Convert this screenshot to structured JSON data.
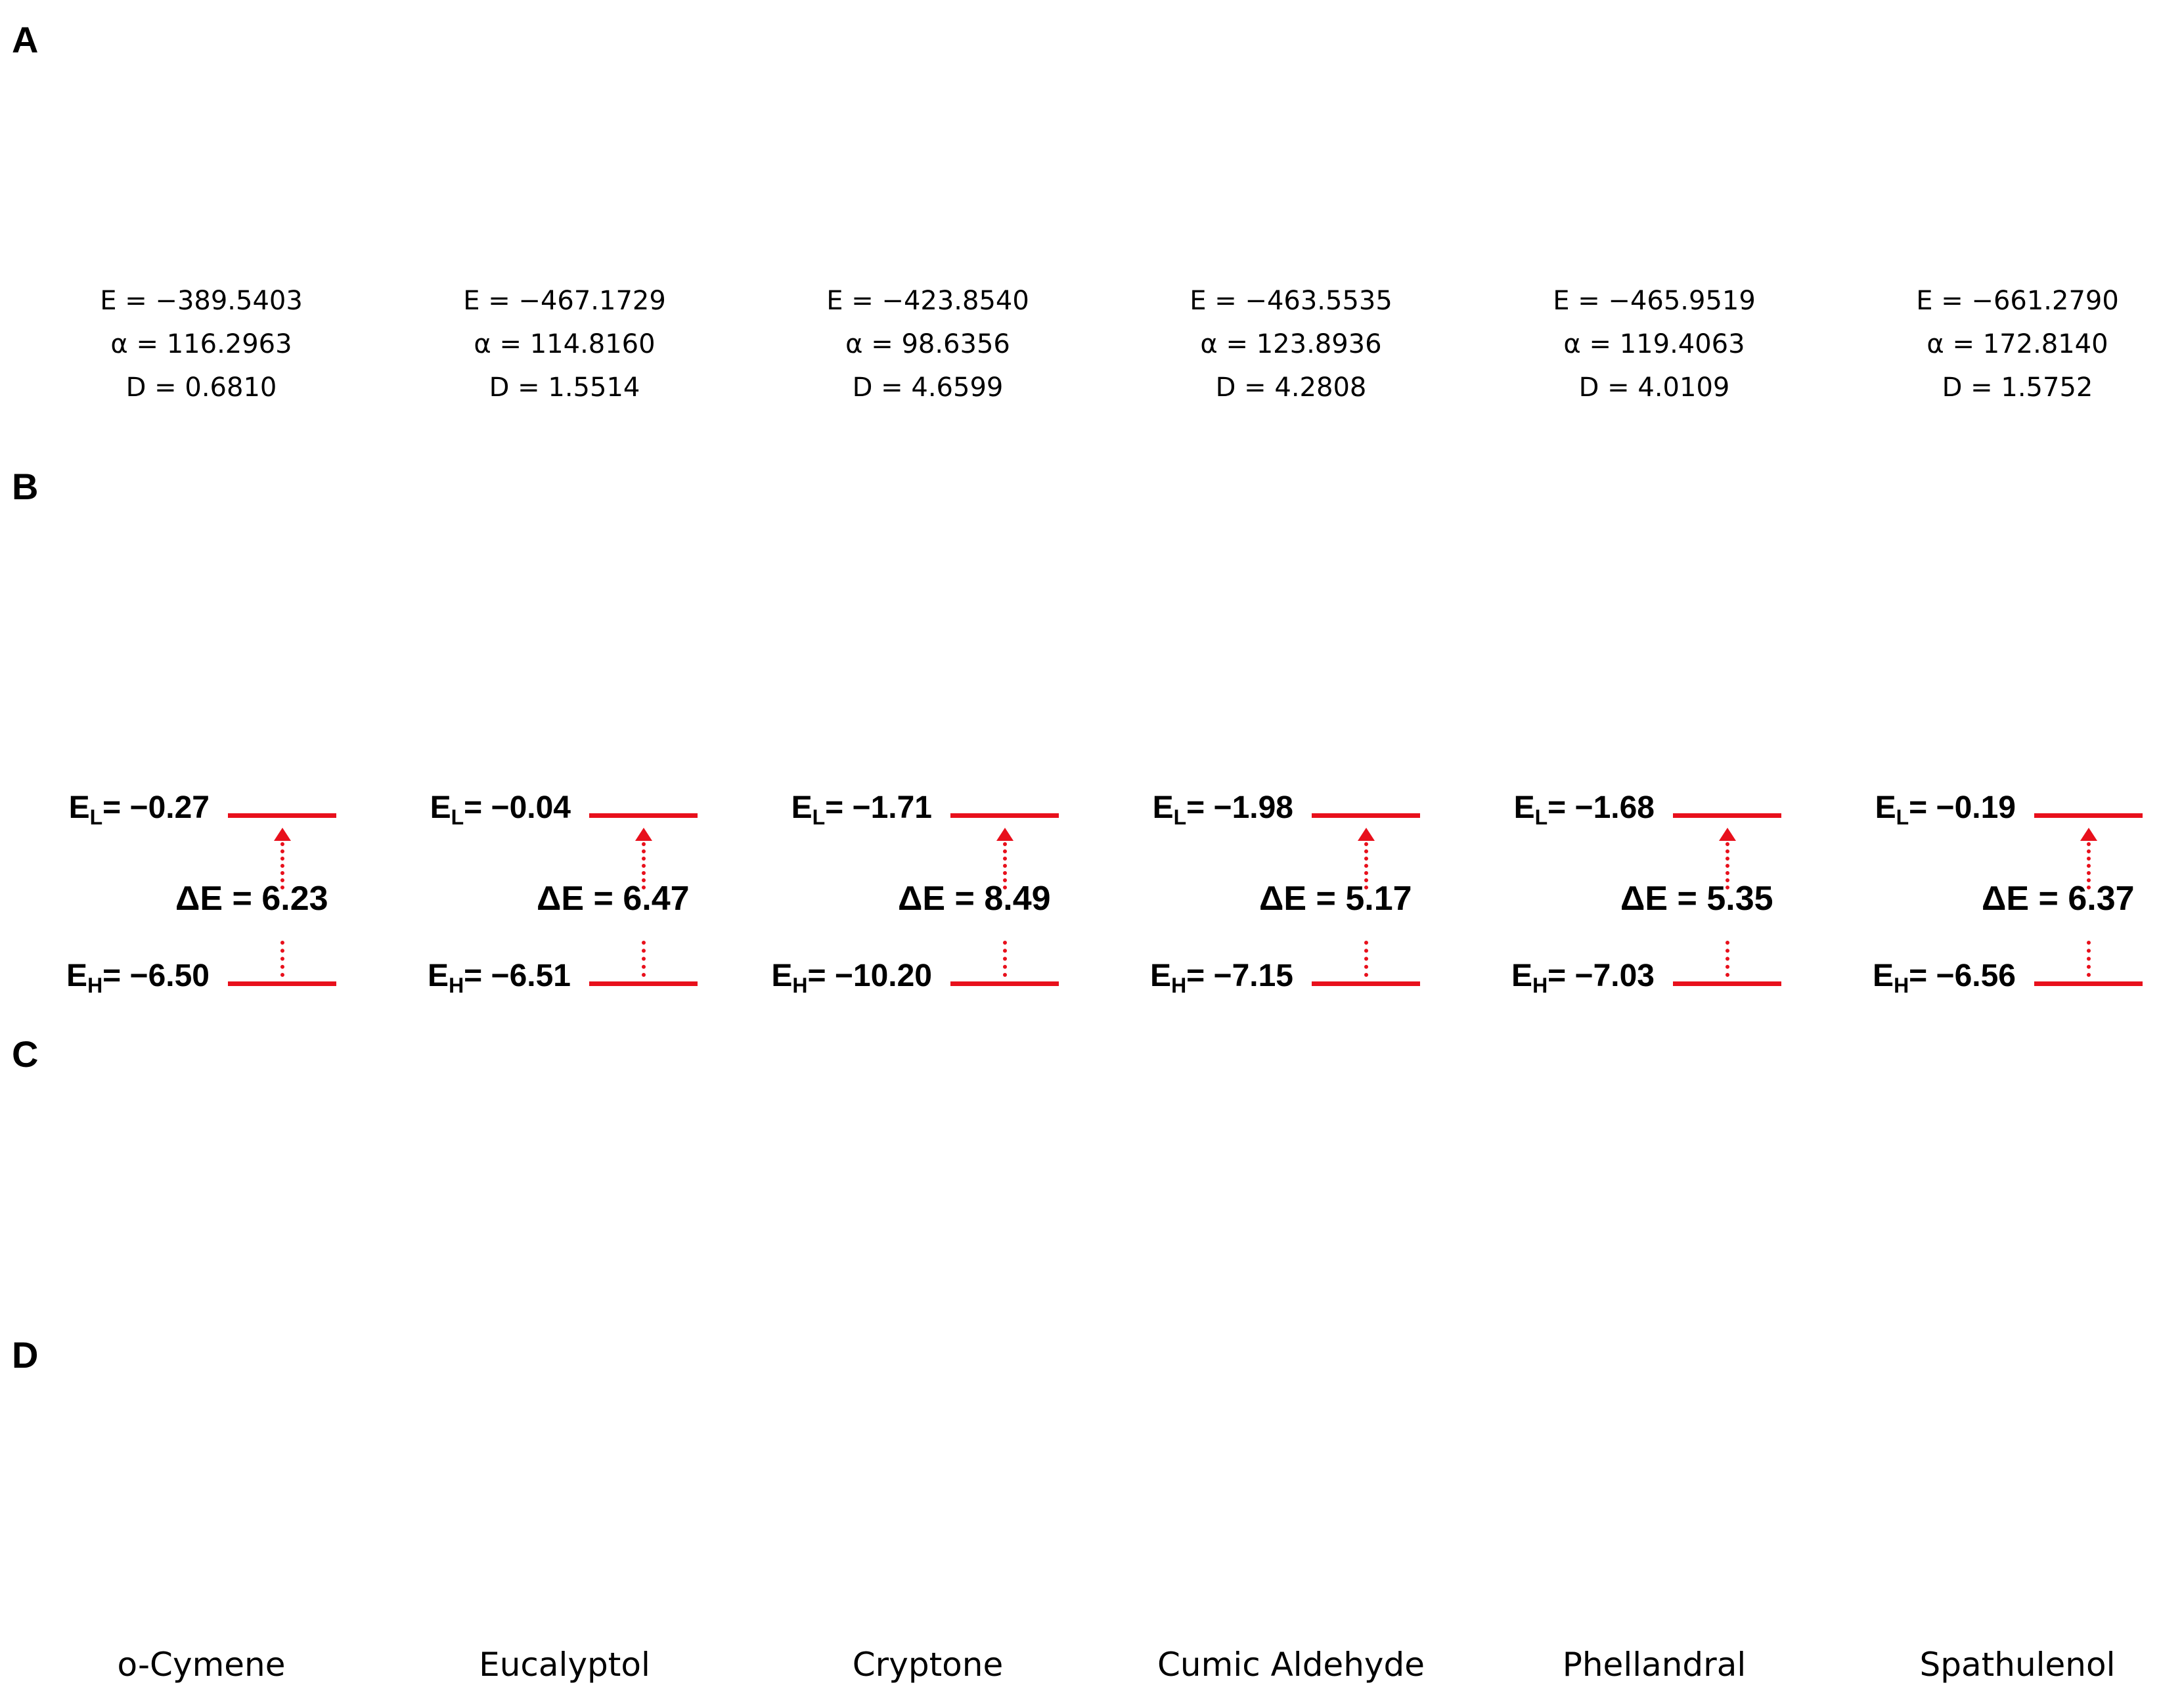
{
  "panels": {
    "a": "A",
    "b": "B",
    "c": "C",
    "d": "D"
  },
  "colors": {
    "carbon": "#9c8458",
    "oxygen": "#e01212",
    "hydrogen": "#f2f2f2",
    "orbital_pos": "#2bb8e6",
    "orbital_neg": "#7fcf5a",
    "level_line": "#e8101c",
    "esp_neg": "#e27070",
    "esp_pos": "#1424c8",
    "esp_neutral": "#ececec"
  },
  "molecules": [
    {
      "name": "o-Cymene",
      "E": "E = −389.5403",
      "alpha": "α = 116.2963",
      "D": "D = 0.6810",
      "EL_val": "−0.27",
      "EH_val": "−6.50",
      "gap": "ΔE = 6.23"
    },
    {
      "name": "Eucalyptol",
      "E": "E = −467.1729",
      "alpha": "α = 114.8160",
      "D": "D = 1.5514",
      "EL_val": "−0.04",
      "EH_val": "−6.51",
      "gap": "ΔE = 6.47"
    },
    {
      "name": "Cryptone",
      "E": "E = −423.8540",
      "alpha": "α = 98.6356",
      "D": "D = 4.6599",
      "EL_val": "−1.71",
      "EH_val": "−10.20",
      "gap": "ΔE = 8.49"
    },
    {
      "name": "Cumic Aldehyde",
      "E": "E = −463.5535",
      "alpha": "α = 123.8936",
      "D": "D = 4.2808",
      "EL_val": "−1.98",
      "EH_val": "−7.15",
      "gap": "ΔE = 5.17"
    },
    {
      "name": "Phellandral",
      "E": "E = −465.9519",
      "alpha": "α = 119.4063",
      "D": "D = 4.0109",
      "EL_val": "−1.68",
      "EH_val": "−7.03",
      "gap": "ΔE = 5.35"
    },
    {
      "name": "Spathulenol",
      "E": "E = −661.2790",
      "alpha": "α = 172.8140",
      "D": "D = 1.5752",
      "EL_val": "−0.19",
      "EH_val": "−6.56",
      "gap": "ΔE = 6.37"
    }
  ],
  "energy_labels": {
    "EL_prefix": "E",
    "EL_sub": "L",
    "EH_prefix": "E",
    "EH_sub": "H",
    "eq": "= "
  }
}
